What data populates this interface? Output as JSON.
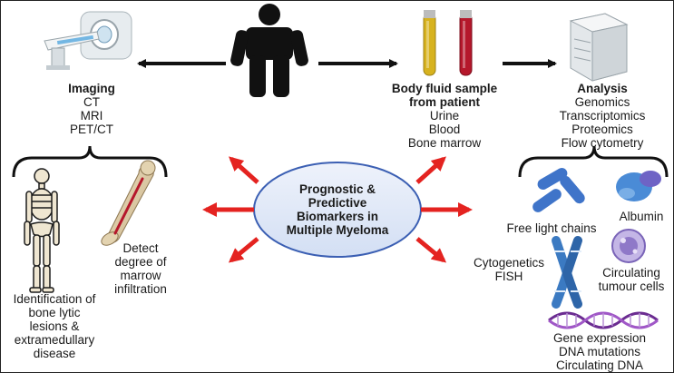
{
  "colors": {
    "arrow_red": "#e42320",
    "arrow_black": "#111111",
    "ellipse_fill": "#dde6f6",
    "ellipse_stroke": "#3b5fb3",
    "blood_red": "#b5172b",
    "urine_yellow": "#d7b21e",
    "chain_blue": "#3f74c9",
    "albumin_blue": "#4a8bd6",
    "cell_purple": "#8f78c8",
    "dna_purple": "#6b2c91",
    "bone_tan": "#d9c7a0",
    "chromosome_blue": "#3b7ac2"
  },
  "center": {
    "line1": "Prognostic &",
    "line2": "Predictive",
    "line3": "Biomarkers in",
    "line4": "Multiple Myeloma"
  },
  "imaging": {
    "title": "Imaging",
    "items": [
      "CT",
      "MRI",
      "PET/CT"
    ]
  },
  "body_fluid": {
    "title_line1": "Body fluid sample",
    "title_line2": "from patient",
    "items": [
      "Urine",
      "Blood",
      "Bone marrow"
    ]
  },
  "analysis": {
    "title": "Analysis",
    "items": [
      "Genomics",
      "Transcriptomics",
      "Proteomics",
      "Flow cytometry"
    ]
  },
  "left_outcomes": {
    "bone": [
      "Identification of",
      "bone lytic",
      "lesions &",
      "extramedullary",
      "disease"
    ],
    "marrow": [
      "Detect",
      "degree of",
      "marrow",
      "infiltration"
    ]
  },
  "right_outcomes": {
    "free_light_chains": "Free light chains",
    "albumin": "Albumin",
    "cytogenetics": [
      "Cytogenetics",
      "FISH"
    ],
    "circulating_cells": [
      "Circulating",
      "tumour cells"
    ],
    "gene": [
      "Gene expression",
      "DNA mutations",
      "Circulating DNA"
    ]
  },
  "icons": {
    "scanner": "mri-scanner-icon",
    "patient": "person-icon",
    "tubes": "blood-tubes-icon",
    "analyzer": "lab-analyzer-icon",
    "skeleton": "skeleton-icon",
    "femur": "femur-bone-icon",
    "light_chains": "light-chains-icon",
    "albumin": "albumin-protein-icon",
    "chromosome": "chromosome-icon",
    "tumour_cell": "tumour-cell-icon",
    "dna": "dna-helix-icon"
  }
}
